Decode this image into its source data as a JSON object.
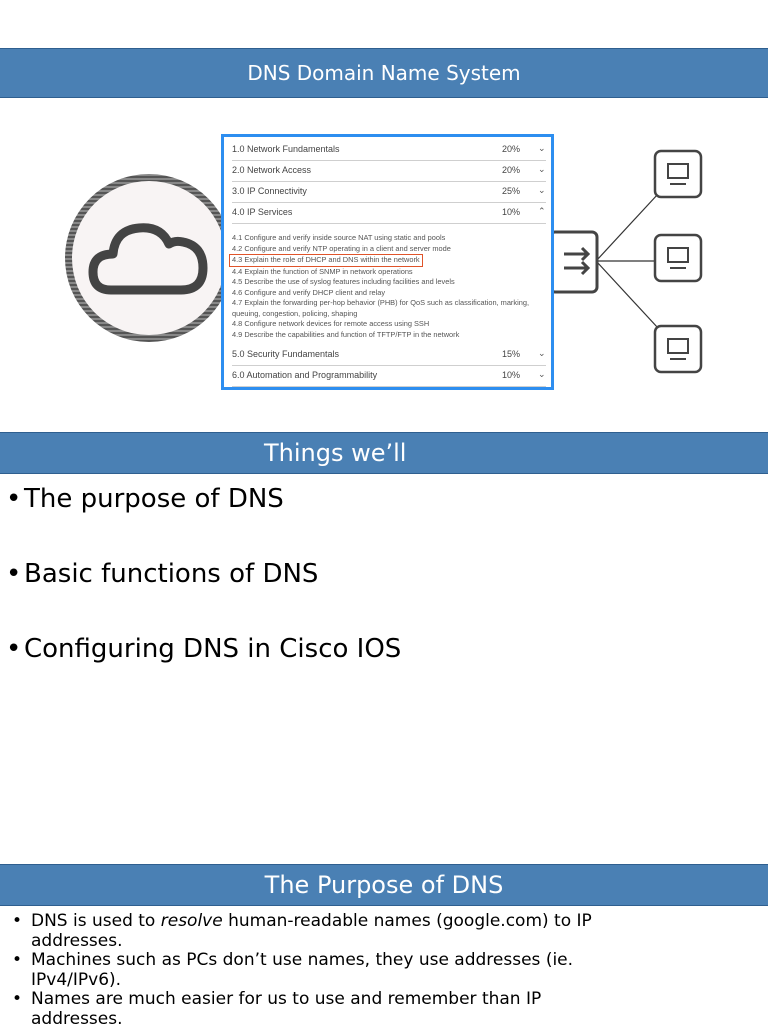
{
  "slide1": {
    "title": "DNS Domain Name System"
  },
  "exam_panel": {
    "rows_top": [
      {
        "label": "1.0 Network Fundamentals",
        "pct": "20%"
      },
      {
        "label": "2.0 Network Access",
        "pct": "20%"
      },
      {
        "label": "3.0 IP Connectivity",
        "pct": "25%"
      },
      {
        "label": "4.0 IP Services",
        "pct": "10%"
      }
    ],
    "subtopics": [
      "4.1 Configure and verify inside source NAT using static and pools",
      "4.2 Configure and verify NTP operating in a client and server mode",
      "4.3 Explain the role of DHCP and DNS within the network",
      "4.4 Explain the function of SNMP in network operations",
      "4.5 Describe the use of syslog features including facilities and levels",
      "4.6 Configure and verify DHCP client and relay",
      "4.7 Explain the forwarding per-hop behavior (PHB) for QoS such as classification, marking, queuing, congestion, policing, shaping",
      "4.8 Configure network devices for remote access using SSH",
      "4.9 Describe the capabilities and function of TFTP/FTP in the network"
    ],
    "rows_bottom": [
      {
        "label": "5.0 Security Fundamentals",
        "pct": "15%"
      },
      {
        "label": "6.0 Automation and Programmability",
        "pct": "10%"
      }
    ]
  },
  "slide2": {
    "title": "Things we’ll",
    "bullets": [
      "The purpose of DNS",
      "Basic functions of DNS",
      "Configuring DNS in Cisco IOS"
    ]
  },
  "slide3": {
    "title": "The Purpose of DNS",
    "b1_pre": "DNS is used to ",
    "b1_em": "resolve",
    "b1_post": " human-readable names (google.com) to IP addresses.",
    "b2": "Machines such as PCs don’t use names, they use addresses (ie. IPv4/IPv6).",
    "b3": "Names are much easier for us to use and remember than IP addresses."
  },
  "colors": {
    "banner": "#4a80b4",
    "panel_border": "#2d8ef0",
    "highlight": "#e0542a"
  },
  "icons": [
    "cloud-icon",
    "switch-icon",
    "pc-icon",
    "chevron-down-icon",
    "chevron-up-icon",
    "bullet-icon"
  ]
}
